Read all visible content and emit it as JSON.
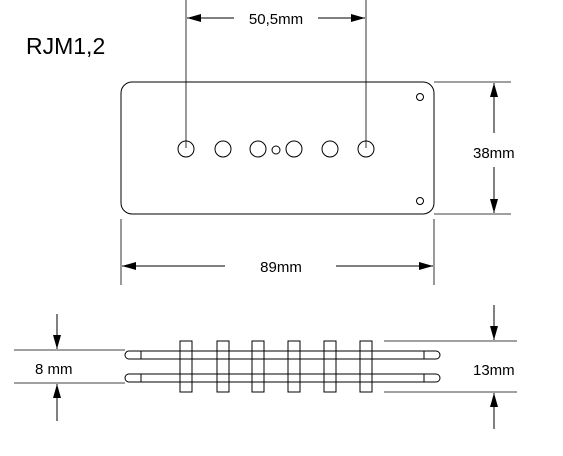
{
  "title": "RJM1,2",
  "dimensions": {
    "pole_spacing": "50,5mm",
    "height": "38mm",
    "width": "89mm",
    "base_thickness": "8 mm",
    "total_thickness": "13mm"
  },
  "top_view": {
    "pole_count": 6,
    "center_dot": true,
    "mount_holes": 2
  },
  "side_view": {
    "plates": 2,
    "pole_count": 6
  }
}
